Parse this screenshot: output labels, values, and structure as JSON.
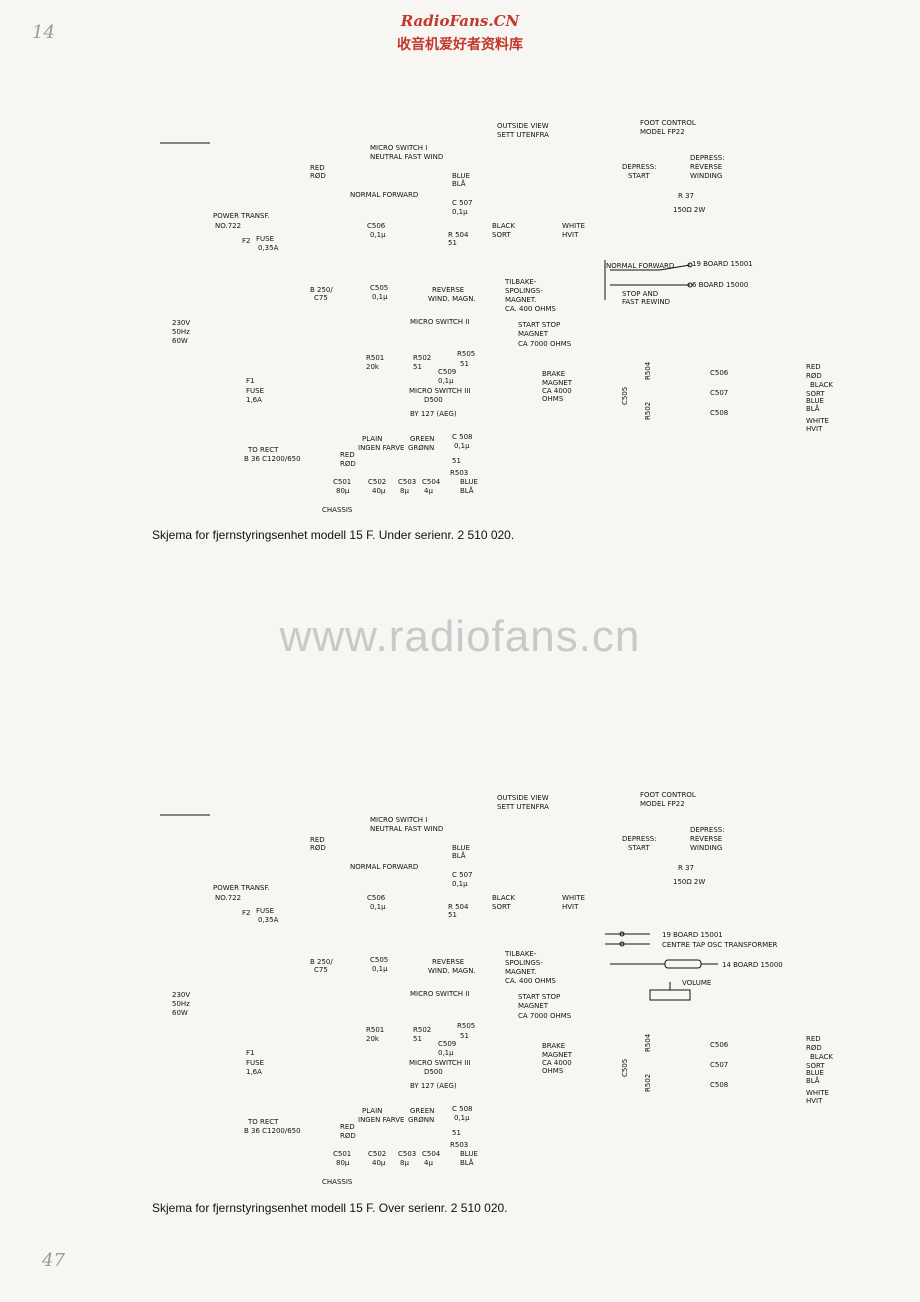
{
  "header": {
    "site": "RadioFans.CN",
    "subtitle": "收音机爱好者资料库"
  },
  "page_marks": {
    "top": "14",
    "bottom": "47"
  },
  "watermark": "www.radiofans.cn",
  "captions": {
    "top": "Skjema for fjernstyringsenhet modell 15 F. Under serienr. 2 510 020.",
    "bottom": "Skjema for fjernstyringsenhet modell 15 F. Over serienr. 2 510 020."
  },
  "common": {
    "power_transf": "POWER TRANSF.",
    "power_no": "NO.722",
    "fuse_top": "FUSE",
    "fuse_top_val": "0,35A",
    "f2": "F2",
    "mains": "230V",
    "mains_hz": "50Hz",
    "mains_w": "60W",
    "f1": "F1",
    "fuse_bot": "FUSE",
    "fuse_bot_val": "1,6A",
    "to_rect": "TO RECT",
    "to_rect_val": "B 36 C1200/650",
    "bridge": "B 250/",
    "bridge2": "C75",
    "red": "RED",
    "rod": "RØD",
    "micro1": "MICRO SWITCH I",
    "neutral": "NEUTRAL FAST WIND",
    "normal_forward": "NORMAL FORWARD",
    "blue": "BLUE",
    "bla": "BLÅ",
    "outside1": "OUTSIDE VIEW",
    "outside2": "SETT UTENFRA",
    "c507": "C 507",
    "c507v": "0,1µ",
    "c506": "C506",
    "c506v": "0,1µ",
    "r504": "R 504",
    "r504v": "51",
    "black": "BLACK",
    "sort": "SORT",
    "white": "WHITE",
    "hvit": "HVIT",
    "c505": "C505",
    "c505v": "0,1µ",
    "reverse": "REVERSE",
    "windmagn": "WIND. MAGN.",
    "tilbake1": "TILBAKE-",
    "tilbake2": "SPOLINGS-",
    "tilbake3": "MAGNET.",
    "tilbake4": "CA. 400 OHMS",
    "micro2": "MICRO SWITCH II",
    "startstop": "START STOP",
    "magnet": "MAGNET",
    "ca7000": "CA 7000 OHMS",
    "r501": "R501",
    "r501v": "20k",
    "r502": "R502",
    "r502v": "51",
    "r505": "R505",
    "r505v": "51",
    "c509": "C509",
    "c509v": "0,1µ",
    "brake": "BRAKE",
    "brakemag": "MAGNET",
    "ca4000": "CA 4000",
    "ohms": "OHMS",
    "micro3": "MICRO SWITCH III",
    "d500": "D500",
    "by127": "BY 127 (AEG)",
    "plain": "PLAIN",
    "ingen": "INGEN FARVE",
    "green": "GREEN",
    "gronn": "GRØNN",
    "c508": "C 508",
    "c508v": "0,1µ",
    "r503": "R503",
    "r503v": "51",
    "c501": "C501",
    "c501v": "80µ",
    "c502": "C502",
    "c502v": "40µ",
    "c503": "C503",
    "c503v": "8µ",
    "c504": "C504",
    "c504v": "4µ",
    "chassis": "CHASSIS",
    "foot1": "FOOT CONTROL",
    "foot2": "MODEL FP22",
    "dep_start1": "DEPRESS:",
    "dep_start2": "START",
    "dep_rev1": "DEPRESS:",
    "dep_rev2": "REVERSE",
    "dep_rev3": "WINDING",
    "r37": "R 37",
    "r37v": "150Ω 2W",
    "r504b": "R504",
    "r502b": "R502",
    "c505b": "C505",
    "c506b": "C506",
    "c507b": "C507",
    "c508b": "C508",
    "cable_red": "RED",
    "cable_rod": "RØD",
    "cable_black": "BLACK",
    "cable_sort": "SORT",
    "cable_blue": "BLUE",
    "cable_bla": "BLÅ",
    "cable_white": "WHITE",
    "cable_hvit": "HVIT"
  },
  "top_specific": {
    "nf": "NORMAL FORWARD",
    "board1": "19 BOARD 15001",
    "board2": "6 BOARD 15000",
    "stop_and": "STOP AND",
    "fast_rewind": "FAST REWIND"
  },
  "bottom_specific": {
    "board1": "19 BOARD 15001",
    "centre": "CENTRE TAP OSC TRANSFORMER",
    "board3": "14 BOARD 15000",
    "volume": "VOLUME"
  }
}
